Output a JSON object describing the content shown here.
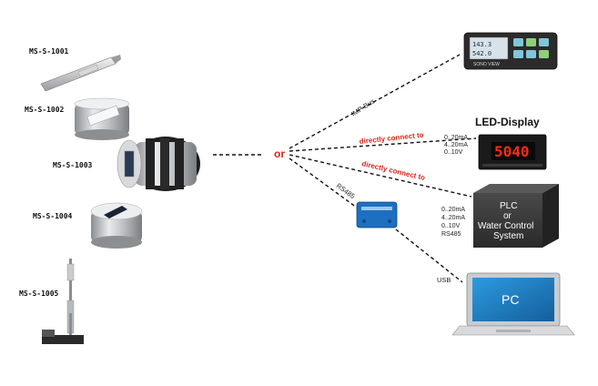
{
  "sensors": [
    {
      "label": "MS-S-1001"
    },
    {
      "label": "MS-S-1002"
    },
    {
      "label": "MS-S-1003"
    },
    {
      "label": "MS-S-1004"
    },
    {
      "label": "MS-S-1005"
    }
  ],
  "hub": {
    "or_label": "or"
  },
  "connections": {
    "imp_bus": "IMP-Bus",
    "direct_1": "directly connect to",
    "direct_2": "directly connect to",
    "rs485": "RS485",
    "usb": "USB"
  },
  "sono_view": {
    "display_left": "143.3",
    "display_right": "542.0",
    "brand": "SONO VIEW"
  },
  "led_display": {
    "title": "LED-Display",
    "readout": "5040",
    "signals": [
      "0..20mA",
      "4..20mA",
      "0..10V"
    ]
  },
  "plc": {
    "line1": "PLC",
    "line2": "or",
    "line3": "Water Control",
    "line4": "System",
    "signals": [
      "0..20mA",
      "4..20mA",
      "0..10V",
      "RS485"
    ]
  },
  "pc": {
    "label": "PC"
  },
  "colors": {
    "accent_red": "#d8261b",
    "screen_blue": "#1f7fc4",
    "plc_dark": "#3a3a3a"
  }
}
